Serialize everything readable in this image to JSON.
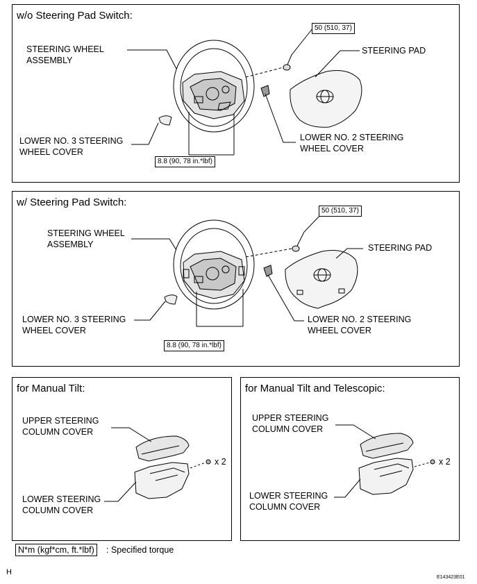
{
  "panels": {
    "without_pad_switch": {
      "title": "w/o Steering Pad Switch:",
      "torque_large": "50 (510, 37)",
      "torque_small": "8.8 (90, 78 in.*lbf)",
      "labels": {
        "steering_wheel": "STEERING WHEEL\nASSEMBLY",
        "steering_pad": "STEERING PAD",
        "lower_no3": "LOWER NO. 3 STEERING\nWHEEL COVER",
        "lower_no2": "LOWER NO. 2 STEERING\nWHEEL COVER"
      }
    },
    "with_pad_switch": {
      "title": "w/ Steering Pad Switch:",
      "torque_large": "50 (510, 37)",
      "torque_small": "8.8 (90, 78 in.*lbf)",
      "labels": {
        "steering_wheel": "STEERING WHEEL\nASSEMBLY",
        "steering_pad": "STEERING PAD",
        "lower_no3": "LOWER NO. 3 STEERING\nWHEEL COVER",
        "lower_no2": "LOWER NO. 2 STEERING\nWHEEL COVER"
      }
    },
    "manual_tilt": {
      "title": "for Manual Tilt:",
      "labels": {
        "upper": "UPPER STEERING\nCOLUMN COVER",
        "lower": "LOWER STEERING\nCOLUMN COVER",
        "qty": "x 2"
      }
    },
    "tilt_telescopic": {
      "title": "for Manual Tilt and Telescopic:",
      "labels": {
        "upper": "UPPER STEERING\nCOLUMN COVER",
        "lower": "LOWER STEERING\nCOLUMN COVER",
        "qty": "x 2"
      }
    }
  },
  "legend": {
    "unit": "N*m (kgf*cm, ft.*lbf)",
    "text": ": Specified torque"
  },
  "corner_letter": "H",
  "figure_code": "E143423E01"
}
